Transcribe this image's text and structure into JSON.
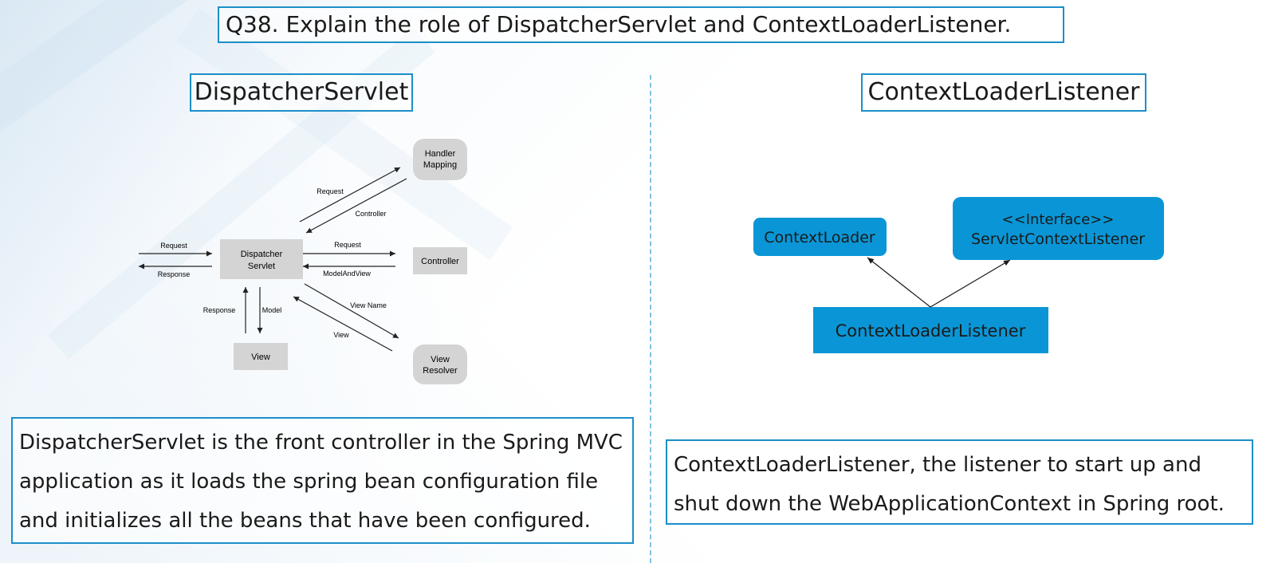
{
  "title": "Q38. Explain the role of DispatcherServlet and ContextLoaderListener.",
  "left": {
    "heading": "DispatcherServlet",
    "diagram": {
      "nodes": {
        "dispatcher_line1": "Dispatcher",
        "dispatcher_line2": "Servlet",
        "handler_line1": "Handler",
        "handler_line2": "Mapping",
        "controller": "Controller",
        "view": "View",
        "resolver_line1": "View",
        "resolver_line2": "Resolver"
      },
      "edges": {
        "client_request": "Request",
        "client_response": "Response",
        "hm_request": "Request",
        "hm_controller": "Controller",
        "ctrl_request": "Request",
        "ctrl_modelandview": "ModelAndView",
        "view_response": "Response",
        "view_model": "Model",
        "vr_viewname": "View Name",
        "vr_view": "View"
      }
    },
    "description": "DispatcherServlet  is the front controller in the Spring MVC application as it loads the spring bean configuration file and initializes all the beans that have been configured."
  },
  "right": {
    "heading": "ContextLoaderListener",
    "diagram": {
      "context_loader": "ContextLoader",
      "interface_stereotype": "<<Interface>>",
      "interface_name": "ServletContextListener",
      "listener": "ContextLoaderListener"
    },
    "description": "ContextLoaderListener, the listener to start up and shut down the WebApplicationContext in Spring root."
  },
  "colors": {
    "accent_border": "#1b8fc9",
    "box_blue": "#0a96d6",
    "gray_box": "#d4d4d4"
  }
}
